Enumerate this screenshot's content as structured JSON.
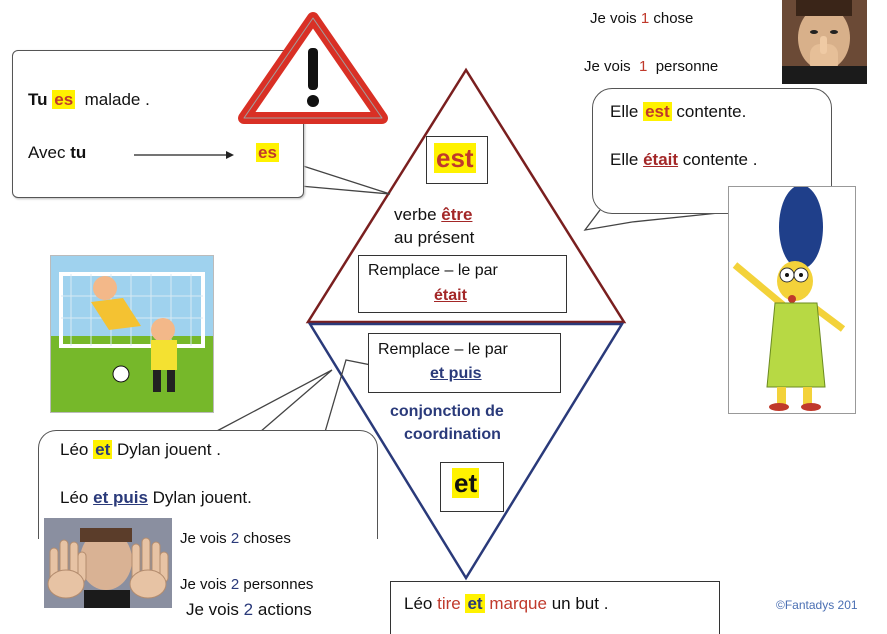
{
  "warning_bubble": {
    "line1_word1": "Tu",
    "line1_hl": "es",
    "line1_word2": "malade .",
    "line2_word1": "Avec",
    "line2_word2": "tu",
    "line2_result": "es"
  },
  "est_section": {
    "keyword": "est",
    "desc_line1_a": "verbe",
    "desc_line1_b": "être",
    "desc_line2": "au présent",
    "replace_label": "Remplace – le par",
    "replace_word": "était"
  },
  "et_section": {
    "replace_label": "Remplace – le par",
    "replace_word": "et puis",
    "desc_line1": "conjonction de",
    "desc_line2": "coordination",
    "keyword": "et"
  },
  "top_right": {
    "line1_a": "Je vois",
    "line1_num": "1",
    "line1_b": "chose",
    "line2_a": "Je vois",
    "line2_num": "1",
    "line2_b": "personne"
  },
  "elle_bubble": {
    "line1_a": "Elle",
    "line1_hl": "est",
    "line1_b": "contente.",
    "line2_a": "Elle",
    "line2_u": "était",
    "line2_b": "contente ."
  },
  "leo_bubble": {
    "line1_a": "Léo",
    "line1_hl": "et",
    "line1_b": "Dylan jouent .",
    "line2_a": "Léo",
    "line2_u": "et puis",
    "line2_b": "Dylan jouent."
  },
  "bottom_left": {
    "line1_a": "Je vois",
    "line1_num": "2",
    "line1_b": "choses",
    "line2_a": "Je vois",
    "line2_num": "2",
    "line2_b": "personnes",
    "line3_a": "Je vois",
    "line3_num": "2",
    "line3_b": "actions"
  },
  "bottom_sentence": {
    "w1": "Léo",
    "w2": "tire",
    "w3": "et",
    "w4": "marque",
    "w5": "un but ."
  },
  "copyright": "©Fantadys 201",
  "colors": {
    "highlight": "#fff200",
    "red": "#c0392b",
    "navy": "#2a3a7a",
    "warning": "#d93025"
  },
  "icons": [
    "warning-icon",
    "arrow-right-icon"
  ]
}
